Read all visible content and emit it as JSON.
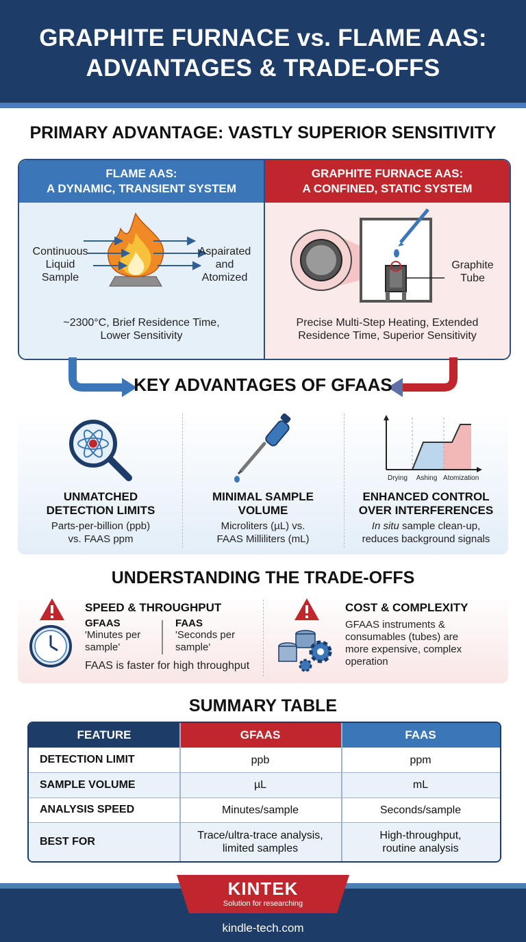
{
  "header": {
    "title_line1": "GRAPHITE FURNACE vs. FLAME AAS:",
    "title_line2": "ADVANTAGES & TRADE-OFFS"
  },
  "primary": {
    "heading": "PRIMARY ADVANTAGE: VASTLY SUPERIOR SENSITIVITY",
    "flame": {
      "head_line1": "FLAME AAS:",
      "head_line2": "A DYNAMIC, TRANSIENT SYSTEM",
      "label_left": [
        "Continuous",
        "Liquid",
        "Sample"
      ],
      "label_right": [
        "Aspairated",
        "and",
        "Atomized"
      ],
      "caption_line1": "~2300°C, Brief Residence Time,",
      "caption_line2": "Lower Sensitivity"
    },
    "furnace": {
      "head_line1": "GRAPHITE FURNACE AAS:",
      "head_line2": "A CONFINED, STATIC SYSTEM",
      "tube_label_line1": "Graphite",
      "tube_label_line2": "Tube",
      "caption_line1": "Precise Multi-Step Heating, Extended",
      "caption_line2": "Residence Time, Superior Sensitivity"
    }
  },
  "key_advantages": {
    "heading": "KEY ADVANTAGES OF GFAAS",
    "items": [
      {
        "icon": "magnifier-atom-icon",
        "title_line1": "UNMATCHED",
        "title_line2": "DETECTION LIMITS",
        "desc_line1": "Parts-per-billion (ppb)",
        "desc_line2": "vs. FAAS ppm"
      },
      {
        "icon": "pipette-icon",
        "title_line1": "MINIMAL SAMPLE",
        "title_line2": "VOLUME",
        "desc_line1": "Microliters (µL) vs.",
        "desc_line2": "FAAS Milliliters (mL)"
      },
      {
        "icon": "heating-profile-chart-icon",
        "title_line1": "ENHANCED CONTROL",
        "title_line2": "OVER INTERFERENCES",
        "desc_italic": "In situ",
        "desc_line1": " sample clean-up,",
        "desc_line2": "reduces background signals"
      }
    ],
    "heating_stages": [
      "Drying",
      "Ashing",
      "Atomization"
    ]
  },
  "tradeoffs": {
    "heading": "UNDERSTANDING THE TRADE-OFFS",
    "speed": {
      "title": "SPEED & THROUGHPUT",
      "gf_label": "GFAAS",
      "gf_line1": "'Minutes per",
      "gf_line2": "sample'",
      "fa_label": "FAAS",
      "fa_line1": "'Seconds per",
      "fa_line2": "sample'",
      "note": "FAAS is faster for high throughput"
    },
    "cost": {
      "title": "COST & COMPLEXITY",
      "line1": "GFAAS instruments &",
      "line2": "consumables (tubes) are",
      "line3": "more expensive, complex",
      "line4": "operation"
    }
  },
  "summary": {
    "heading": "SUMMARY TABLE",
    "columns": [
      "FEATURE",
      "GFAAS",
      "FAAS"
    ],
    "rows": [
      {
        "feature": "DETECTION LIMIT",
        "gfaas": "ppb",
        "faas": "ppm"
      },
      {
        "feature": "SAMPLE VOLUME",
        "gfaas": "µL",
        "faas": "mL"
      },
      {
        "feature": "ANALYSIS SPEED",
        "gfaas": "Minutes/sample",
        "faas": "Seconds/sample"
      },
      {
        "feature": "BEST FOR",
        "gfaas_line1": "Trace/ultra-trace analysis,",
        "gfaas_line2": "limited samples",
        "faas_line1": "High-throughput,",
        "faas_line2": "routine analysis"
      }
    ]
  },
  "footer": {
    "brand": "KINTEK",
    "tagline": "Solution for researching",
    "site": "kindle-tech.com"
  },
  "colors": {
    "navy": "#1d3c68",
    "blue": "#3b77b8",
    "red": "#c0272d"
  }
}
